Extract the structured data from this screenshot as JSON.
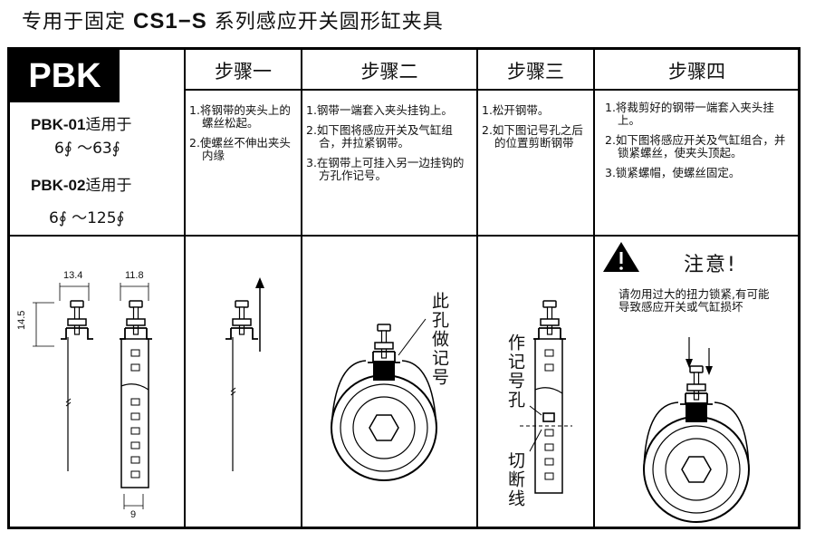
{
  "title": {
    "prefix": "专用于固定",
    "series": "CS1−S",
    "suffix": "系列感应开关圆形缸夹具"
  },
  "product": "PBK",
  "models": [
    {
      "code": "PBK-01",
      "text": "适用于",
      "range": "6∮ ～63∮"
    },
    {
      "code": "PBK-02",
      "text": "适用于",
      "range": "6∮ ～125∮"
    }
  ],
  "steps": [
    {
      "title": "步骤一",
      "items": [
        "1.将钢带的夹头上的螺丝松起。",
        "2.使螺丝不伸出夹头内缘"
      ]
    },
    {
      "title": "步骤二",
      "items": [
        "1.钢带一端套入夹头挂钩上。",
        "2.如下图将感应开关及气缸组合，并拉紧钢带。",
        "3.在钢带上可挂入另一边挂钩的方孔作记号。"
      ]
    },
    {
      "title": "步骤三",
      "items": [
        "1.松开钢带。",
        "2.如下图记号孔之后的位置剪断钢带"
      ]
    },
    {
      "title": "步骤四",
      "items": [
        "1.将裁剪好的钢带一端套入夹头挂上。",
        "2.如下图将感应开关及气缸组合，并锁紧螺丝，使夹头顶起。",
        "3.锁紧螺帽，使螺丝固定。"
      ]
    }
  ],
  "dims": {
    "a": "13.4",
    "b": "11.8",
    "c": "14.5",
    "d": "9"
  },
  "labels": {
    "mark_hole": "此孔做记号",
    "marked_hole": "作记号孔",
    "cut_line": "切断线"
  },
  "warning": {
    "icon": "warning-triangle-icon",
    "title": "注意!",
    "body": "请勿用过大的扭力锁紧,有可能导致感应开关或气缸损坏"
  }
}
